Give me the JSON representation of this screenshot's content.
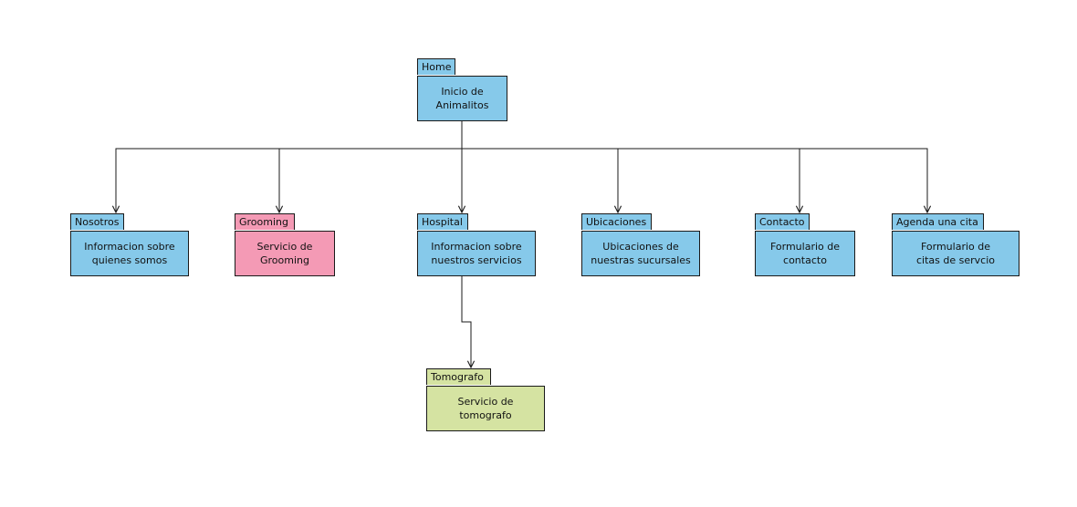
{
  "colors": {
    "blue": "#86c9ea",
    "pink": "#f49ab5",
    "green": "#d5e3a2",
    "stroke": "#1a1a1a"
  },
  "nodes": [
    {
      "id": "home",
      "tab": "Home",
      "lines": [
        "Inicio de",
        "Animalitos"
      ],
      "color": "blue"
    },
    {
      "id": "nosotros",
      "tab": "Nosotros",
      "lines": [
        "Informacion sobre",
        "quienes somos"
      ],
      "color": "blue"
    },
    {
      "id": "grooming",
      "tab": "Grooming",
      "lines": [
        "Servicio de",
        "Grooming"
      ],
      "color": "pink"
    },
    {
      "id": "hospital",
      "tab": "Hospital",
      "lines": [
        "Informacion sobre",
        "nuestros servicios"
      ],
      "color": "blue"
    },
    {
      "id": "ubicaciones",
      "tab": "Ubicaciones",
      "lines": [
        "Ubicaciones de",
        "nuestras sucursales"
      ],
      "color": "blue"
    },
    {
      "id": "contacto",
      "tab": "Contacto",
      "lines": [
        "Formulario de",
        "contacto"
      ],
      "color": "blue"
    },
    {
      "id": "agenda",
      "tab": "Agenda una cita",
      "lines": [
        "Formulario de",
        "citas de servcio"
      ],
      "color": "blue"
    },
    {
      "id": "tomografo",
      "tab": "Tomografo",
      "lines": [
        "Servicio de",
        "tomografo"
      ],
      "color": "green"
    }
  ],
  "edges": [
    {
      "from": "home",
      "to": "nosotros"
    },
    {
      "from": "home",
      "to": "grooming"
    },
    {
      "from": "home",
      "to": "hospital"
    },
    {
      "from": "home",
      "to": "ubicaciones"
    },
    {
      "from": "home",
      "to": "contacto"
    },
    {
      "from": "home",
      "to": "agenda"
    },
    {
      "from": "hospital",
      "to": "tomografo"
    }
  ]
}
